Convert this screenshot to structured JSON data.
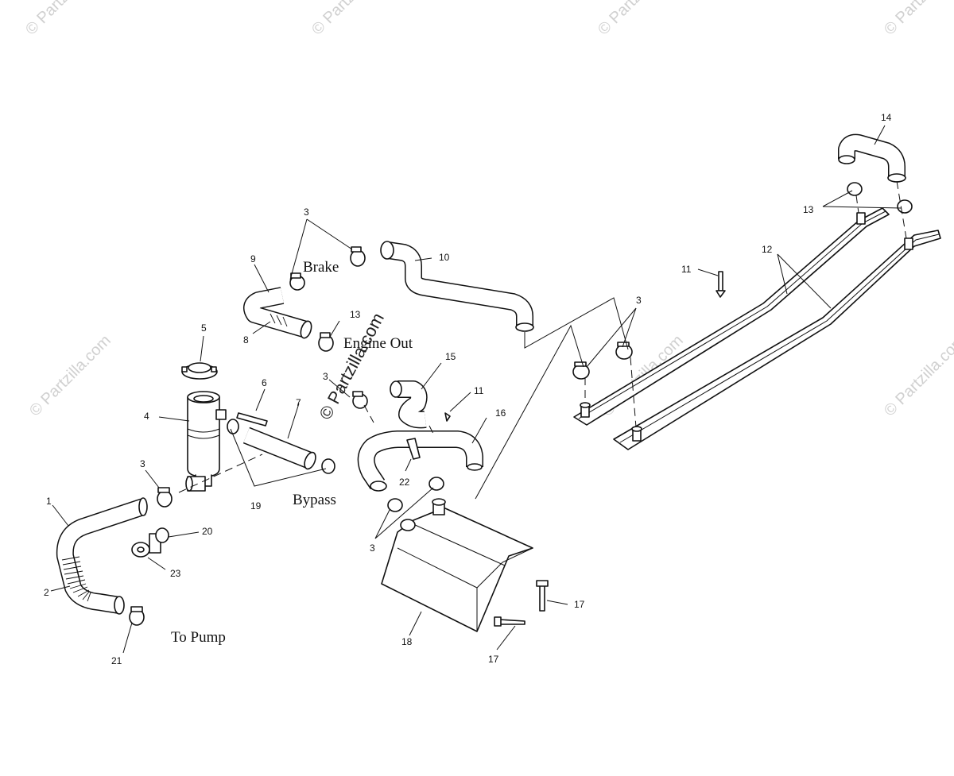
{
  "watermarks": [
    "© Partzilla.com"
  ],
  "watermark_main": "© Partzilla.com",
  "labels": {
    "brake": "Brake",
    "engine_out": "Engine Out",
    "bypass": "Bypass",
    "to_pump": "To Pump"
  },
  "callouts": {
    "c1": "1",
    "c2": "2",
    "c3a": "3",
    "c3b": "3",
    "c3c": "3",
    "c3d": "3",
    "c3e": "3",
    "c4": "4",
    "c5": "5",
    "c6": "6",
    "c7": "7",
    "c8": "8",
    "c9": "9",
    "c10": "10",
    "c11a": "11",
    "c11b": "11",
    "c12": "12",
    "c13a": "13",
    "c13b": "13",
    "c14": "14",
    "c15": "15",
    "c16": "16",
    "c17a": "17",
    "c17b": "17",
    "c18": "18",
    "c19": "19",
    "c20": "20",
    "c21": "21",
    "c22": "22",
    "c23": "23"
  }
}
